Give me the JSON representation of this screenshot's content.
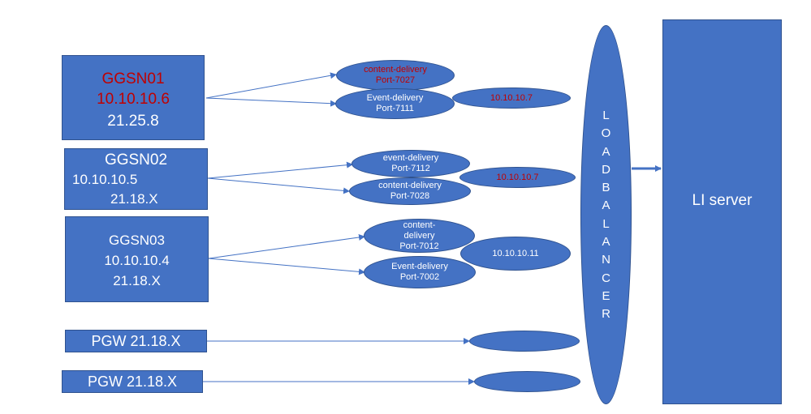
{
  "boxes": {
    "ggsn01": {
      "name": "GGSN01",
      "ip": "10.10.10.6",
      "version": "21.25.8"
    },
    "ggsn02": {
      "name": "GGSN02",
      "ip": "10.10.10.5",
      "version": "21.18.X"
    },
    "ggsn03": {
      "name": "GGSN03",
      "ip": "10.10.10.4",
      "version": "21.18.X"
    },
    "pgw1": {
      "label": "PGW 21.18.X"
    },
    "pgw2": {
      "label": "PGW 21.18.X"
    }
  },
  "ellipses": {
    "g1_content": {
      "line1": "content-delivery",
      "line2": "Port-7027"
    },
    "g1_event": {
      "line1": "Event-delivery",
      "line2": "Port-7111"
    },
    "g1_ip": {
      "label": "10.10.10.7"
    },
    "g2_event": {
      "line1": "event-delivery",
      "line2": "Port-7112"
    },
    "g2_content": {
      "line1": "content-delivery",
      "line2": "Port-7028"
    },
    "g2_ip": {
      "label": "10.10.10.7"
    },
    "g3_content": {
      "line1": "content-",
      "line2": "delivery",
      "line3": "Port-7012"
    },
    "g3_event": {
      "line1": "Event-delivery",
      "line2": "Port-7002"
    },
    "g3_ip": {
      "label": "10.10.10.11"
    }
  },
  "loadbalancer": {
    "letters": [
      "L",
      "O",
      "A",
      "D",
      "B",
      "A",
      "L",
      "A",
      "N",
      "C",
      "E",
      "R"
    ]
  },
  "li_server": {
    "label": "LI server"
  },
  "colors": {
    "fill": "#4472c4",
    "border": "#2f528f",
    "line": "#4472c4",
    "highlight": "#c00000"
  }
}
